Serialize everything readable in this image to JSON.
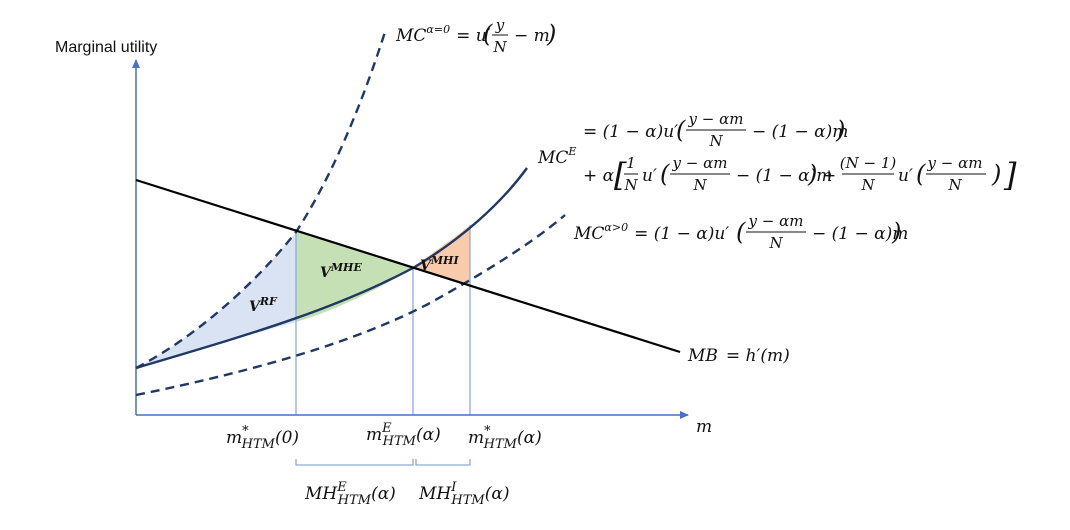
{
  "axes": {
    "y_label": "Marginal utility",
    "x_label": "m"
  },
  "curves": {
    "mc_alpha0": {
      "lhs": "MC",
      "sup": "α=0",
      "rhs": "= u′",
      "frac_num": "y",
      "frac_den": "N",
      "tail": "− m",
      "stroke": "#1f3864"
    },
    "mc_e": {
      "name_main": "MC",
      "name_sup": "E",
      "line1_a": "= (1 − α)u′",
      "line1_num": "y − αm",
      "line1_den": "N",
      "line1_tail": "− (1 − α)m",
      "line2_a": "+ α",
      "line2_f1_num": "1",
      "line2_f1_den": "N",
      "line2_u": "u′",
      "line2_f2_num": "y − αm",
      "line2_f2_den": "N",
      "line2_mid": "− (1 − α)m",
      "line2_plus": "+",
      "line2_f3_num": "(N − 1)",
      "line2_f3_den": "N",
      "line2_u2": "u′",
      "line2_f4_num": "y − αm",
      "line2_f4_den": "N",
      "stroke": "#1f3864"
    },
    "mc_alpha_pos": {
      "lhs": "MC",
      "sup": "α>0",
      "rhs": "= (1 − α)u′",
      "frac_num": "y − αm",
      "frac_den": "N",
      "tail": "− (1 − α)m",
      "stroke": "#1f3864"
    },
    "mb": {
      "lhs": "MB",
      "rhs": "= h′(m)",
      "stroke": "#000000"
    }
  },
  "regions": {
    "rf": {
      "main": "V",
      "sup": "RF",
      "fill": "#dae3f3"
    },
    "mhe": {
      "main": "V",
      "sup": "MHE",
      "fill": "#c5e0b4"
    },
    "mhi": {
      "main": "V",
      "sup": "MHI",
      "fill": "#f8cbad"
    }
  },
  "ticks": {
    "t1": {
      "main": "m",
      "sup": "*",
      "sub": "HTM",
      "arg": "(0)"
    },
    "t2": {
      "main": "m",
      "sup": "E",
      "sub": "HTM",
      "arg": "(α)"
    },
    "t3": {
      "main": "m",
      "sup": "*",
      "sub": "HTM",
      "arg": "(α)"
    }
  },
  "braces": {
    "b1": {
      "main": "MH",
      "sup": "E",
      "sub": "HTM",
      "arg": "(α)"
    },
    "b2": {
      "main": "MH",
      "sup": "I",
      "sub": "HTM",
      "arg": "(α)"
    }
  },
  "colors": {
    "axis": "#4472c4",
    "guide": "#8faadc"
  }
}
